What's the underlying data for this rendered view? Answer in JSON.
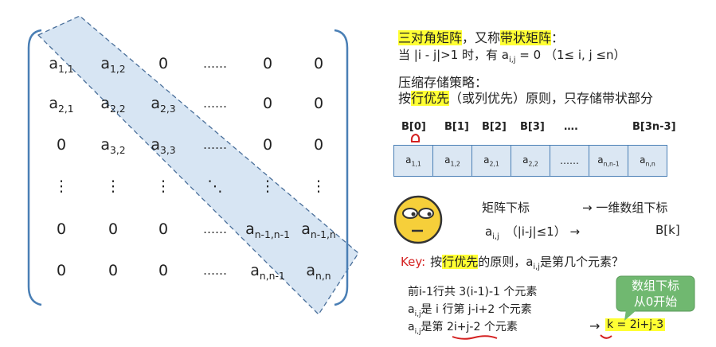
{
  "matrix": {
    "rows": [
      [
        "a_{1,1}",
        "a_{1,2}",
        "0",
        "……",
        "0",
        "0"
      ],
      [
        "a_{2,1}",
        "a_{2,2}",
        "a_{2,3}",
        "……",
        "0",
        "0"
      ],
      [
        "0",
        "a_{3,2}",
        "a_{3,3}",
        "……",
        "0",
        "0"
      ],
      [
        "⋮",
        "⋮",
        "⋮",
        "⋱",
        "⋮",
        "⋮"
      ],
      [
        "0",
        "0",
        "0",
        "……",
        "a_{n-1,n-1}",
        "a_{n-1,n}"
      ],
      [
        "0",
        "0",
        "0",
        "……",
        "a_{n,n-1}",
        "a_{n,n}"
      ]
    ]
  },
  "text": {
    "title_hl1": "三对角矩阵",
    "title_mid": "，又称",
    "title_hl2": "带状矩阵",
    "title_end": "：",
    "cond_pre": "当 |i - j|>1 时，有 a",
    "cond_sub": "i,j",
    "cond_post": " = 0  （1≤ i, j ≤n）",
    "strategy": "压缩存储策略：",
    "rule_pre": "按",
    "rule_hl": "行优先",
    "rule_post": "（或列优先）原则，只存储带状部分",
    "map_left": "矩阵下标",
    "map_right": "→ 一维数组下标",
    "a_label": "a",
    "a_sub": "i,j",
    "a_cond": "（|i-j|≤1）  →",
    "bk": "B[k]",
    "key_label": "Key:",
    "key_pre": "按",
    "key_hl": "行优先",
    "key_post1": "的原则，a",
    "key_sub": "i,j",
    "key_post2": "是第几个元素？",
    "l1": "前i-1行共 3(i-1)-1 个元素",
    "l2_a": "a",
    "l2_sub": "i,j",
    "l2_post": "是 i 行第 j-i+2 个元素",
    "l3_a": "a",
    "l3_sub": "i,j",
    "l3_mid": "是第 ",
    "l3_expr": "2i+j-2",
    "l3_end": " 个元素",
    "arrow": "→",
    "result": "k = 2i+j-3",
    "bubble_line1": "数组下标",
    "bubble_line2": "从0开始"
  },
  "array": {
    "indices": [
      "B[0]",
      "B[1]",
      "B[2]",
      "B[3]",
      "….",
      "B[3n-3]"
    ],
    "cells": [
      {
        "base": "a",
        "sub": "1,1"
      },
      {
        "base": "a",
        "sub": "1,2"
      },
      {
        "base": "a",
        "sub": "2,1"
      },
      {
        "base": "a",
        "sub": "2,2"
      },
      {
        "base": "……",
        "sub": ""
      },
      {
        "base": "a",
        "sub": "n,n-1"
      },
      {
        "base": "a",
        "sub": "n,n"
      }
    ]
  },
  "colors": {
    "highlight": "#ffff33",
    "band_fill": "#c9dcef",
    "band_stroke": "#4a6f9a",
    "bubble": "#70b870",
    "key_red": "#d42020",
    "face": "#f6cf3a"
  }
}
